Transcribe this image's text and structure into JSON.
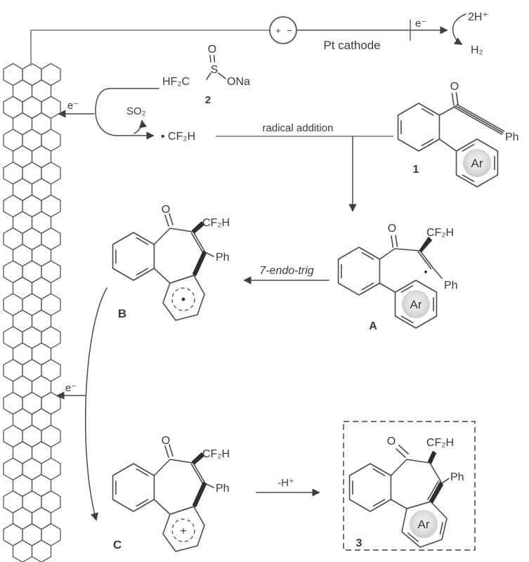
{
  "scheme": {
    "circuit": {
      "power_plus": "+",
      "power_minus": "−",
      "pt_cathode": "Pt cathode",
      "electron": "e⁻",
      "protons": "2H⁺",
      "hydrogen": "H₂"
    },
    "sulfinate": {
      "hf2c": "HF₂C",
      "s": "S",
      "o": "O",
      "ona": "ONa",
      "label": "2"
    },
    "activation": {
      "electron_to_anode": "e⁻",
      "so2": "SO₂",
      "cf2h_radical": "• CF₂H"
    },
    "steps": {
      "radical_addition": "radical addition",
      "cyclization": "7-endo-trig",
      "oxidation_electron": "e⁻",
      "deprotonation": "-H⁺"
    },
    "substrate1": {
      "o": "O",
      "ph": "Ph",
      "ar": "Ar",
      "label": "1"
    },
    "intermediateA": {
      "o": "O",
      "cf2h": "CF₂H",
      "radical_dot": "•",
      "ph": "Ph",
      "ar": "Ar",
      "label": "A"
    },
    "intermediateB": {
      "o": "O",
      "cf2h": "CF₂H",
      "ph": "Ph",
      "radical_dot": "•",
      "label": "B"
    },
    "intermediateC": {
      "o": "O",
      "cf2h": "CF₂H",
      "ph": "Ph",
      "cation": "+",
      "label": "C"
    },
    "product3": {
      "o": "O",
      "cf2h": "CF₂H",
      "ph": "Ph",
      "ar": "Ar",
      "label": "3"
    },
    "colors": {
      "line_dark": "#4a4a4a",
      "line_gray": "#979797",
      "ar_disc": "#d6d6d6",
      "text": "#3a3a3a"
    }
  }
}
